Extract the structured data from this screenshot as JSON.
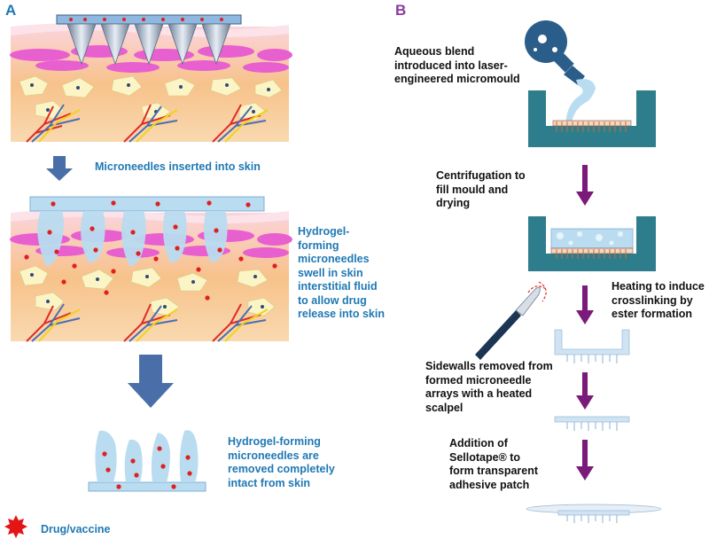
{
  "panels": {
    "a_label": "A",
    "b_label": "B"
  },
  "panel_a": {
    "step1": "Microneedles inserted into skin",
    "step2_lines": [
      "Hydrogel-",
      "forming",
      "microneedles",
      "swell in skin",
      "interstitial fluid",
      "to allow drug",
      "release into skin"
    ],
    "step3_lines": [
      "Hydrogel-forming",
      "microneedles are",
      "removed completely",
      "intact from skin"
    ],
    "legend": "Drug/vaccine"
  },
  "panel_b": {
    "step1_lines": [
      "Aqueous blend",
      "introduced into laser-",
      "engineered micromould"
    ],
    "step2_lines": [
      "Centrifugation to",
      "fill mould and",
      "drying"
    ],
    "step3_lines": [
      "Heating to induce",
      "crosslinking by",
      "ester formation"
    ],
    "step4_lines": [
      "Sidewalls removed from",
      "formed microneedle",
      "arrays with a heated",
      "scalpel"
    ],
    "step5_lines": [
      "Addition of",
      "Sellotape® to",
      "form transparent",
      "adhesive patch"
    ]
  },
  "colors": {
    "text_blue": "#1f78b4",
    "arrow_blue": "#4a6fa8",
    "arrow_purple": "#7a1a7a",
    "mould_teal": "#2e7d8c",
    "drug_red": "#e02020",
    "hydrogel_blue": "#b9dcf0",
    "skin_pink": "#f3b9c5",
    "cell_yellow": "#fbf4c4",
    "pink_layer": "#e85fd0"
  }
}
